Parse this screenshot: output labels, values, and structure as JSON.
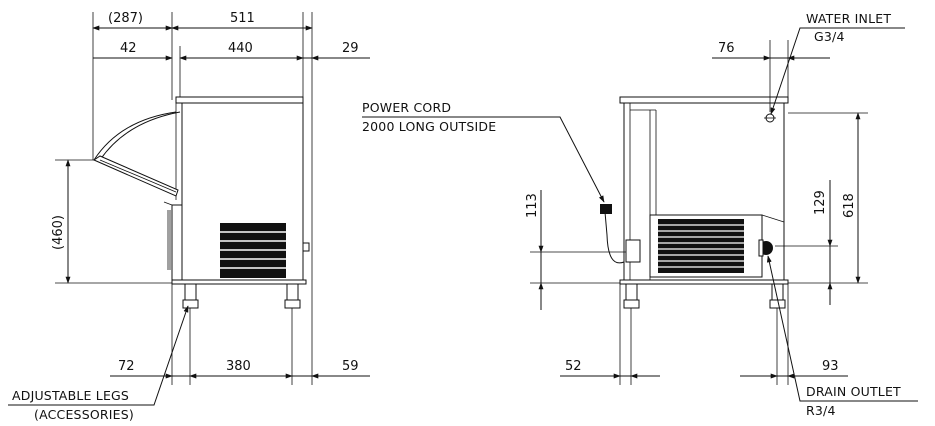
{
  "side_view": {
    "dims_top": {
      "door_swing": "(287)",
      "overall_depth": "511",
      "left_offset": "42",
      "body_depth": "440",
      "rear_offset": "29"
    },
    "dims_side": {
      "door_height": "(460)"
    },
    "dims_bottom": {
      "front_leg": "72",
      "leg_span": "380",
      "rear_leg": "59"
    },
    "label_adjustable_legs": "ADJUSTABLE LEGS",
    "label_accessories": "(ACCESSORIES)"
  },
  "rear_view": {
    "dims_top": {
      "inlet_offset": "76"
    },
    "dims_side": {
      "cord_height": "113",
      "inlet_height": "129",
      "overall_height": "618"
    },
    "dims_bottom": {
      "left_leg": "52",
      "right_leg": "93"
    },
    "label_power_cord": "POWER CORD",
    "label_power_cord_length": "2000 LONG OUTSIDE",
    "label_water_inlet": "WATER INLET",
    "label_water_inlet_size": "G3/4",
    "label_drain_outlet": "DRAIN OUTLET",
    "label_drain_outlet_size": "R3/4"
  }
}
